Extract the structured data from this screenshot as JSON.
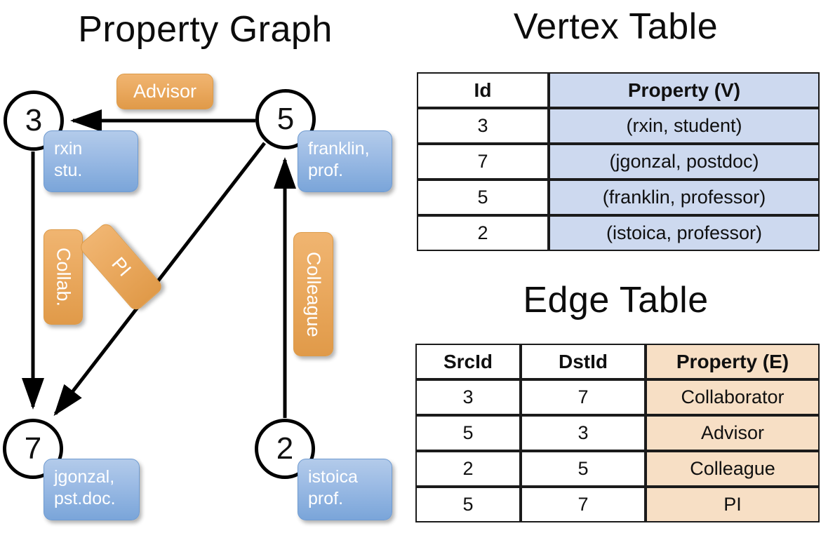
{
  "titles": {
    "property_graph": "Property Graph",
    "vertex_table": "Vertex Table",
    "edge_table": "Edge Table"
  },
  "graph": {
    "nodes": [
      {
        "id": "3",
        "property": "rxin\nstu."
      },
      {
        "id": "5",
        "property": "franklin,\nprof."
      },
      {
        "id": "7",
        "property": "jgonzal,\npst.doc."
      },
      {
        "id": "2",
        "property": "istoica\nprof."
      }
    ],
    "node_labels": {
      "n3": "3",
      "n5": "5",
      "n7": "7",
      "n2": "2"
    },
    "node_properties": {
      "rxin_line1": "rxin",
      "rxin_line2": "stu.",
      "franklin_line1": "franklin,",
      "franklin_line2": "prof.",
      "jgonzal_line1": "jgonzal,",
      "jgonzal_line2": "pst.doc.",
      "istoica_line1": "istoica",
      "istoica_line2": "prof."
    },
    "edge_labels": {
      "advisor": "Advisor",
      "collab": "Collab.",
      "pi": "PI",
      "colleague": "Colleague"
    },
    "edges": [
      {
        "src": "5",
        "dst": "3",
        "label": "Advisor"
      },
      {
        "src": "3",
        "dst": "7",
        "label": "Collab."
      },
      {
        "src": "5",
        "dst": "7",
        "label": "PI"
      },
      {
        "src": "2",
        "dst": "5",
        "label": "Colleague"
      }
    ],
    "colors": {
      "node_stroke": "#000000",
      "property_box_fill": "#9dbce5",
      "edge_label_fill": "#eaa95f",
      "edge_stroke": "#000000"
    }
  },
  "vertex_table": {
    "headers": [
      "Id",
      "Property (V)"
    ],
    "rows": [
      {
        "id": "3",
        "property": "(rxin, student)"
      },
      {
        "id": "7",
        "property": "(jgonzal, postdoc)"
      },
      {
        "id": "5",
        "property": "(franklin, professor)"
      },
      {
        "id": "2",
        "property": "(istoica, professor)"
      }
    ],
    "header_fill": "#cdd9ef"
  },
  "edge_table": {
    "headers": [
      "SrcId",
      "DstId",
      "Property (E)"
    ],
    "rows": [
      {
        "src": "3",
        "dst": "7",
        "property": "Collaborator"
      },
      {
        "src": "5",
        "dst": "3",
        "property": "Advisor"
      },
      {
        "src": "2",
        "dst": "5",
        "property": "Colleague"
      },
      {
        "src": "5",
        "dst": "7",
        "property": "PI"
      }
    ],
    "header_fill": "#f7dfc5"
  }
}
